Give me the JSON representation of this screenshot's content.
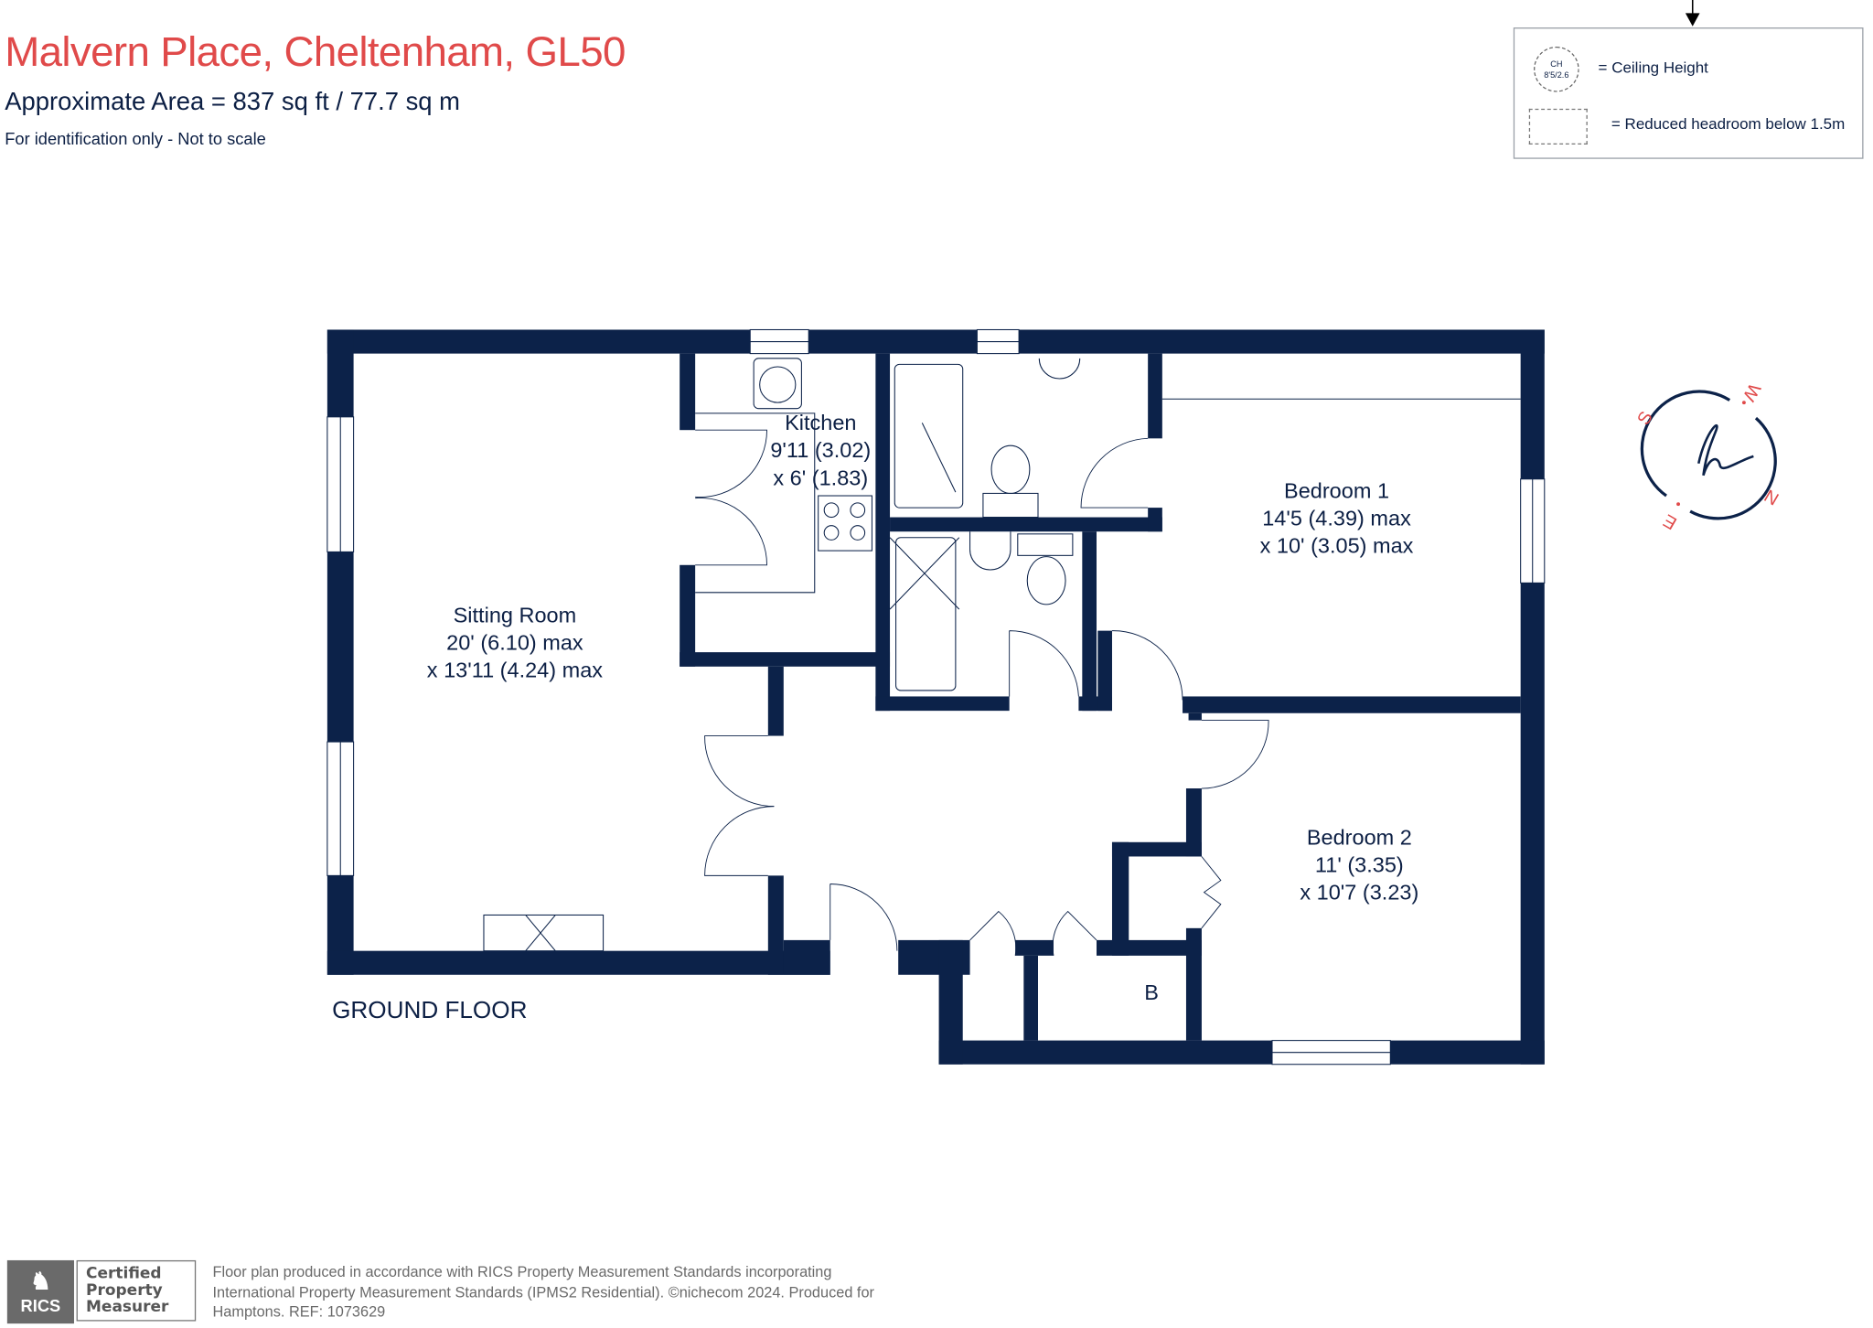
{
  "header": {
    "title": "Malvern Place, Cheltenham, GL50",
    "area": "Approximate Area = 837 sq ft / 77.7 sq m",
    "note": "For identification only - Not to scale"
  },
  "legend": {
    "ch_symbol_top": "CH",
    "ch_symbol_bottom": "8'5/2.6",
    "ceiling_height": "= Ceiling Height",
    "reduced_headroom": "= Reduced headroom below 1.5m"
  },
  "rooms": {
    "sitting": {
      "name": "Sitting Room",
      "dim1": "20' (6.10) max",
      "dim2": "x 13'11 (4.24) max"
    },
    "kitchen": {
      "name": "Kitchen",
      "dim1": "9'11 (3.02)",
      "dim2": "x 6' (1.83)"
    },
    "bedroom1": {
      "name": "Bedroom 1",
      "dim1": "14'5 (4.39) max",
      "dim2": "x 10' (3.05) max"
    },
    "bedroom2": {
      "name": "Bedroom 2",
      "dim1": "11' (3.35)",
      "dim2": "x 10'7 (3.23)"
    },
    "boiler": {
      "name": "B"
    }
  },
  "floor_label": "GROUND FLOOR",
  "compass": {
    "n": "N",
    "s": "S",
    "e": "E",
    "w": "W",
    "logo": "h"
  },
  "badge": {
    "logo": "RICS",
    "line1": "Certified",
    "line2": "Property",
    "line3": "Measurer"
  },
  "footer": {
    "line1": "Floor plan produced in accordance with RICS Property Measurement Standards incorporating",
    "line2": "International Property Measurement Standards (IPMS2 Residential).  ©nichecom 2024.   Produced for",
    "line3": "Hamptons.   REF: 1073629"
  },
  "colors": {
    "wall": "#0c2249",
    "title": "#e04a4a"
  }
}
